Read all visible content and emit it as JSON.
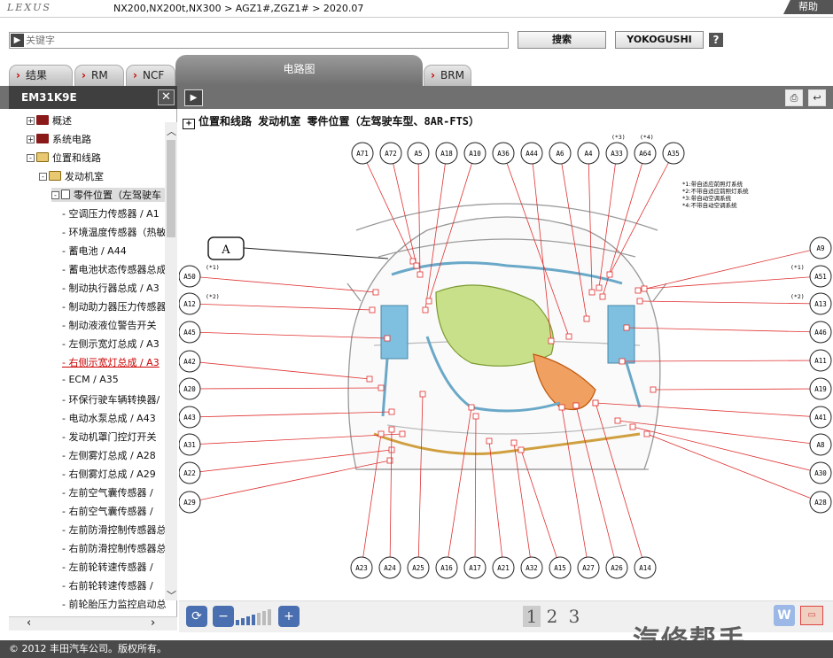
{
  "header": {
    "brand": "LEXUS",
    "breadcrumb": "NX200,NX200t,NX300 > AGZ1#,ZGZ1# > 2020.07",
    "help_label": "帮助"
  },
  "search": {
    "placeholder": "关键字",
    "search_label": "搜索",
    "yokogushi_label": "YOKOGUSHI",
    "help_q": "?"
  },
  "tabs": [
    {
      "label": "结果"
    },
    {
      "label": "RM"
    },
    {
      "label": "NCF"
    },
    {
      "label": "电路图"
    },
    {
      "label": "BRM"
    }
  ],
  "sidebar": {
    "code": "EM31K9E",
    "items": [
      {
        "label": "概述"
      },
      {
        "label": "系统电路"
      },
      {
        "label": "位置和线路"
      },
      {
        "label": "发动机室"
      },
      {
        "label": "零件位置（左驾驶车"
      },
      {
        "label": "空调压力传感器 / A1"
      },
      {
        "label": "环境温度传感器（热敏"
      },
      {
        "label": "蓄电池 / A44"
      },
      {
        "label": "蓄电池状态传感器总成"
      },
      {
        "label": "制动执行器总成 / A3"
      },
      {
        "label": "制动助力器压力传感器"
      },
      {
        "label": "制动液液位警告开关"
      },
      {
        "label": "左侧示宽灯总成 / A3"
      },
      {
        "label": "右侧示宽灯总成 / A3"
      },
      {
        "label": "ECM / A35"
      },
      {
        "label": "环保行驶车辆转换器/"
      },
      {
        "label": "电动水泵总成 / A43"
      },
      {
        "label": "发动机罩门控灯开关"
      },
      {
        "label": "左侧雾灯总成 / A28"
      },
      {
        "label": "右侧雾灯总成 / A29"
      },
      {
        "label": "左前空气囊传感器 /"
      },
      {
        "label": "右前空气囊传感器 /"
      },
      {
        "label": "左前防滑控制传感器总"
      },
      {
        "label": "右前防滑控制传感器总"
      },
      {
        "label": "左前轮转速传感器 /"
      },
      {
        "label": "右前轮转速传感器 /"
      },
      {
        "label": "前轮胎压力监控启动总"
      }
    ]
  },
  "content": {
    "title": "位置和线路  发动机室  零件位置（左驾驶车型、8AR-FTS）",
    "callout_main": "A",
    "top_labels": [
      "A71",
      "A72",
      "A5",
      "A18",
      "A10",
      "A36",
      "A44",
      "A6",
      "A4",
      "A33",
      "A64",
      "A35"
    ],
    "top_notes": [
      "(*3)",
      "(*4)"
    ],
    "left_labels": [
      "A50",
      "A12",
      "A45",
      "A42",
      "A20",
      "A43",
      "A31",
      "A22",
      "A29"
    ],
    "left_notes": [
      "(*1)",
      "(*2)"
    ],
    "right_labels": [
      "A9",
      "A51",
      "A13",
      "A46",
      "A11",
      "A19",
      "A41",
      "A8",
      "A30",
      "A28"
    ],
    "right_notes": [
      "(*1)",
      "(*2)"
    ],
    "bottom_labels": [
      "A23",
      "A24",
      "A25",
      "A16",
      "A17",
      "A21",
      "A32",
      "A15",
      "A27",
      "A26",
      "A14"
    ],
    "legend": [
      "*1:带自适应前照灯系统",
      "*2:不带自适应前照灯系统",
      "*3:带自动空调系统",
      "*4:不带自动空调系统"
    ]
  },
  "pager": {
    "pages": [
      "1",
      "2",
      "3"
    ],
    "current": "1"
  },
  "footer": {
    "copyright": "© 2012 丰田汽车公司。版权所有。",
    "watermark": "汽修帮手"
  }
}
